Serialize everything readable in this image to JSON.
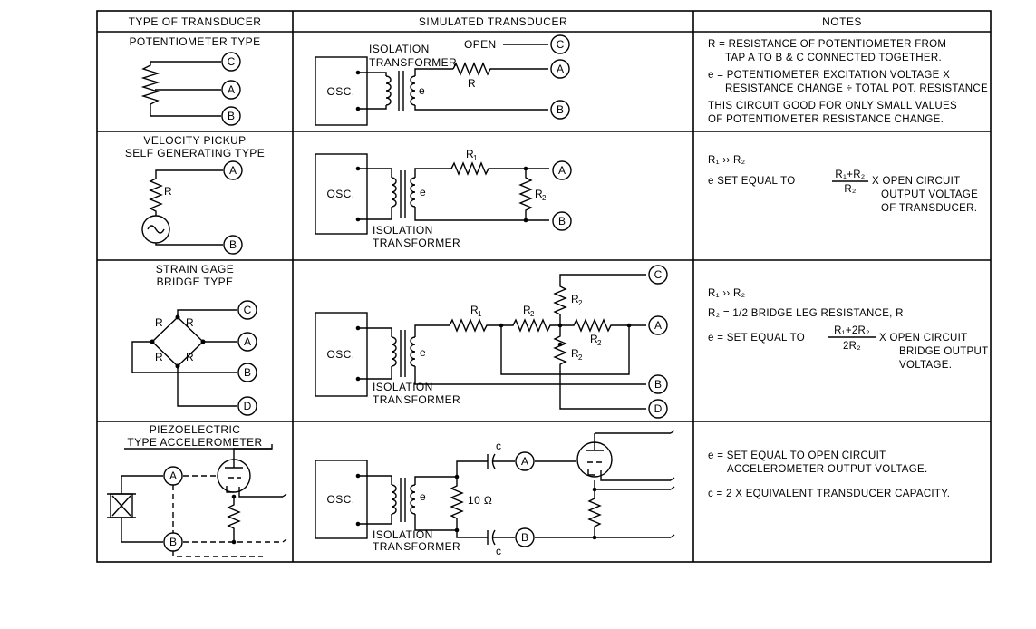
{
  "table": {
    "headers": [
      "TYPE OF TRANSDUCER",
      "SIMULATED TRANSDUCER",
      "NOTES"
    ]
  },
  "common": {
    "osc": "OSC.",
    "isolation": "ISOLATION",
    "transformer": "TRANSFORMER",
    "e": "e",
    "terminal_a": "A",
    "terminal_b": "B",
    "terminal_c": "C",
    "terminal_d": "D"
  },
  "rows": [
    {
      "type_label": [
        "POTENTIOMETER TYPE"
      ],
      "sim_labels": {
        "open": "OPEN",
        "r": "R",
        "isolation_transformer": "ISOLATION TRANSFORMER"
      },
      "notes": [
        "R = RESISTANCE OF POTENTIOMETER FROM",
        "TAP A TO B & C CONNECTED TOGETHER.",
        "e = POTENTIOMETER EXCITATION VOLTAGE X",
        "RESISTANCE CHANGE ÷ TOTAL POT. RESISTANCE",
        "THIS CIRCUIT GOOD FOR ONLY SMALL VALUES",
        "OF POTENTIOMETER RESISTANCE CHANGE."
      ]
    },
    {
      "type_label": [
        "VELOCITY PICKUP",
        "SELF GENERATING TYPE"
      ],
      "type_r": "R",
      "sim_labels": {
        "r1": "R",
        "r1_sub": "1",
        "r2": "R",
        "r2_sub": "2"
      },
      "notes": {
        "l1": "R₁ ›› R₂",
        "l2_prefix": "e  SET  EQUAL  TO",
        "frac_num": "R₁+R₂",
        "frac_den": "R₂",
        "l2_suffix": "X  OPEN  CIRCUIT",
        "l3": "OUTPUT  VOLTAGE",
        "l4": "OF  TRANSDUCER."
      }
    },
    {
      "type_label": [
        "STRAIN GAGE",
        "BRIDGE TYPE"
      ],
      "bridge_r": "R",
      "sim_labels": {
        "r1": "R",
        "r1_sub": "1",
        "r2": "R",
        "r2_sub": "2"
      },
      "notes": {
        "l1": "R₁ ›› R₂",
        "l2": "R₂ = 1/2  BRIDGE  LEG  RESISTANCE,  R",
        "l3_prefix": "e = SET  EQUAL  TO",
        "frac_num": "R₁+2R₂",
        "frac_den": "2R₂",
        "l3_suffix": "X  OPEN  CIRCUIT",
        "l4": "BRIDGE  OUTPUT",
        "l5": "VOLTAGE."
      }
    },
    {
      "type_label": [
        "PIEZOELECTRIC",
        "TYPE ACCELEROMETER"
      ],
      "sim_labels": {
        "c": "c",
        "ten_ohm": "10 Ω"
      },
      "notes": [
        "e = SET  EQUAL  TO  OPEN  CIRCUIT",
        "ACCELEROMETER  OUTPUT  VOLTAGE.",
        "c = 2 X  EQUIVALENT  TRANSDUCER  CAPACITY."
      ]
    }
  ]
}
